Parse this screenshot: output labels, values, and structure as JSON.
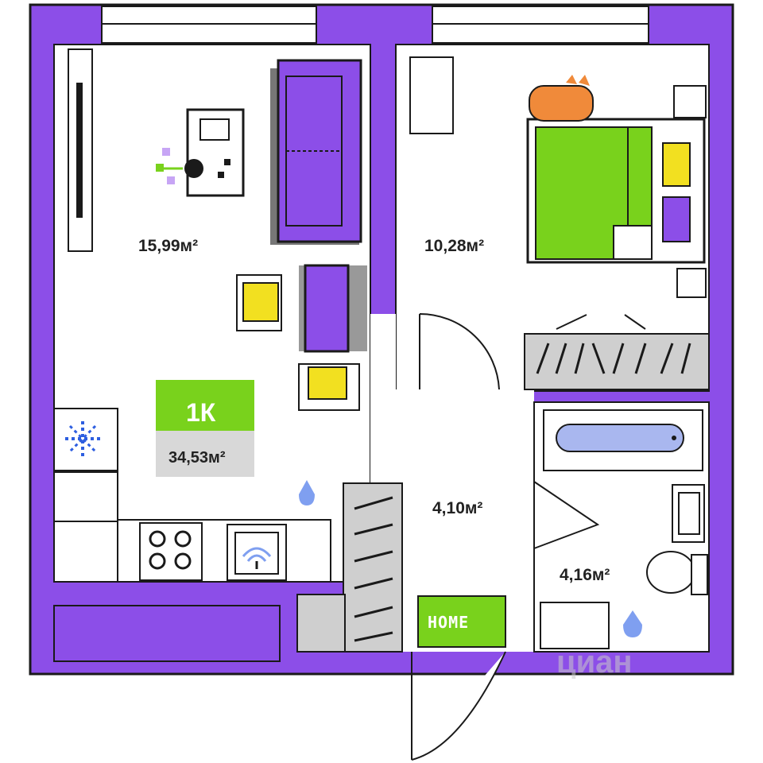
{
  "colors": {
    "wall": "#8c4ee8",
    "outline": "#1a1a1a",
    "floor": "#ffffff",
    "accent_green": "#79d21c",
    "accent_yellow": "#f2e020",
    "cat_orange": "#f08a3a",
    "grey_block": "#cfcfcf",
    "bath_blue": "#a9b7ef",
    "water_blue": "#7f9ff0",
    "snow_blue": "#2d5ee0"
  },
  "rooms": {
    "living": {
      "area": "15,99м²"
    },
    "bedroom": {
      "area": "10,28м²"
    },
    "hall": {
      "area": "4,10м²"
    },
    "bathroom": {
      "area": "4,16м²"
    }
  },
  "badge": {
    "rooms": "1К",
    "total_area": "34,53м²"
  },
  "home_sign": "HOME",
  "watermark": "циан",
  "icons": [
    "snowflake-icon",
    "water-drop-icon",
    "stove-icon",
    "washer-icon",
    "cat-icon",
    "flower-icon"
  ]
}
